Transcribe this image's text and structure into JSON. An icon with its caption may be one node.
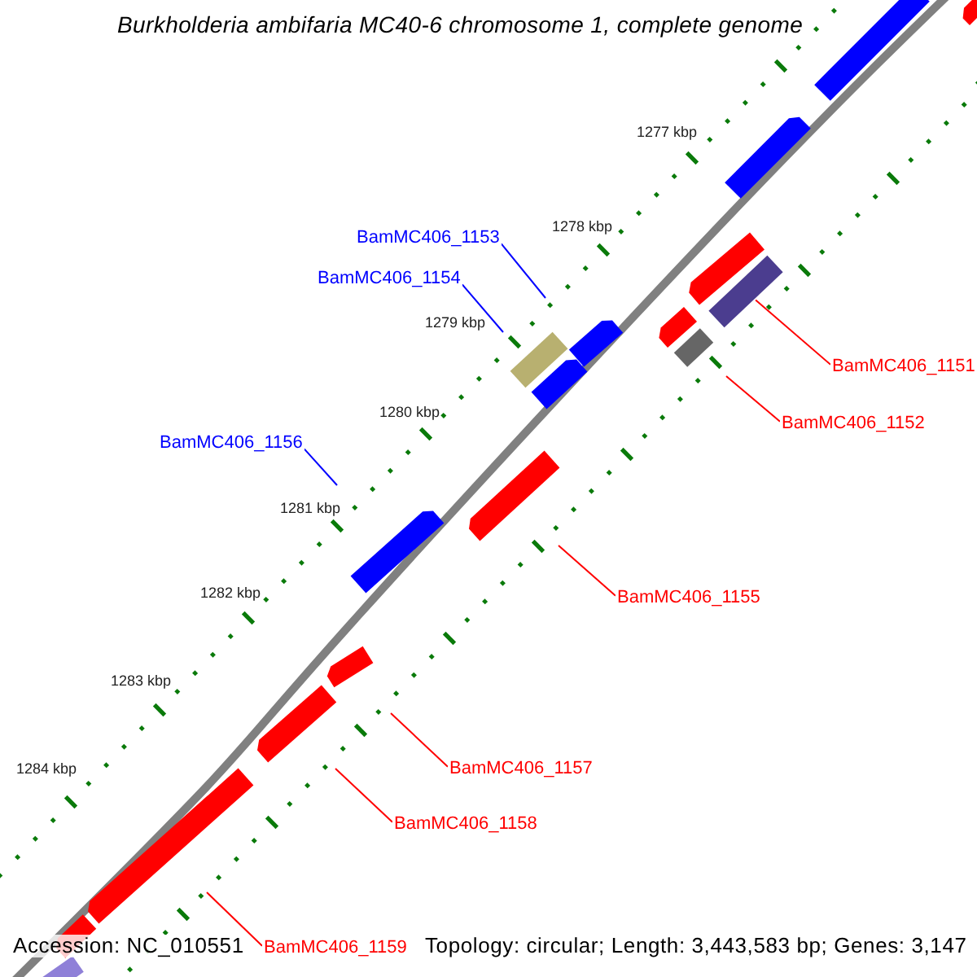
{
  "diagram": {
    "title": "Burkholderia ambifaria MC40-6 chromosome 1, complete genome",
    "nodes": [
      {
        "text": [
          "BamMC406_1153"
        ]
      },
      {
        "text": [
          "BamMC406_1154"
        ]
      },
      {
        "text": [
          "BamMC406_1151"
        ]
      },
      {
        "text": [
          "BamMC406_1152"
        ]
      },
      {
        "text": [
          "BamMC406_1156"
        ]
      },
      {
        "text": [
          "BamMC406_1155"
        ]
      },
      {
        "text": [
          "BamMC406_1157"
        ]
      },
      {
        "text": [
          "BamMC406_1158"
        ]
      },
      {
        "text": [
          "BamMC406_1159"
        ]
      },
      {
        "text": [],
        "shape": "arrow"
      },
      {
        "text": [],
        "shape": "arrow"
      },
      {
        "text": [],
        "shape": "arrow"
      },
      {
        "text": [],
        "shape": "arrow"
      },
      {
        "text": [],
        "shape": "arrow"
      },
      {
        "text": [],
        "shape": "arrow"
      },
      {
        "text": [],
        "shape": "arrow"
      },
      {
        "text": [],
        "shape": "arrow"
      },
      {
        "text": [],
        "shape": "arrow"
      },
      {
        "text": [],
        "shape": "arrow"
      },
      {
        "text": [],
        "shape": "arrow"
      },
      {
        "text": [],
        "shape": "box"
      },
      {
        "text": [],
        "shape": "box"
      },
      {
        "text": [],
        "shape": "box"
      },
      {
        "text": [],
        "shape": "arrow"
      },
      {
        "text": [],
        "shape": "box"
      },
      {
        "text": [],
        "shape": "arrow"
      }
    ],
    "edges": [
      {
        "from": 0,
        "to": null,
        "arrow": "none",
        "color": "#0000ff"
      },
      {
        "from": 1,
        "to": null,
        "arrow": "none",
        "color": "#0000ff"
      },
      {
        "from": 2,
        "to": 21,
        "arrow": "none"
      },
      {
        "from": 3,
        "to": null,
        "arrow": "none"
      },
      {
        "from": 4,
        "to": null,
        "arrow": "none",
        "color": "#0000ff"
      },
      {
        "from": 5,
        "to": null,
        "arrow": "none"
      },
      {
        "from": 6,
        "to": null,
        "arrow": "none"
      },
      {
        "from": 7,
        "to": null,
        "arrow": "none"
      },
      {
        "from": 8,
        "to": null,
        "arrow": "none"
      }
    ],
    "labels": [
      "1277 kbp",
      "1278 kbp",
      "1279 kbp",
      "1280 kbp",
      "1281 kbp",
      "1282 kbp",
      "1283 kbp",
      "1284 kbp",
      "Accession: NC_010551",
      "Topology: circular; Length: 3,443,583 bp; Genes: 3,147"
    ]
  }
}
